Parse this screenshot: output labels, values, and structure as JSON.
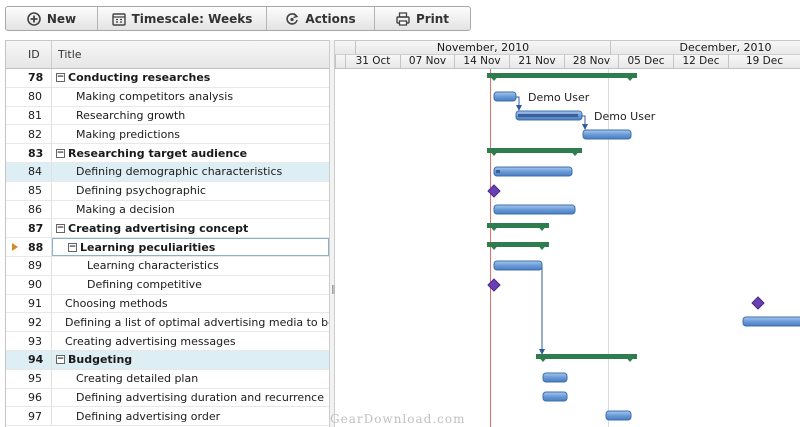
{
  "toolbar": {
    "new_label": "New",
    "timescale_label": "Timescale: Weeks",
    "actions_label": "Actions",
    "print_label": "Print"
  },
  "grid": {
    "col_id": "ID",
    "col_title": "Title",
    "rows": [
      {
        "id": "78",
        "title": "Conducting researches",
        "summary": true,
        "level": 0
      },
      {
        "id": "80",
        "title": "Making competitors analysis",
        "summary": false,
        "level": 1
      },
      {
        "id": "81",
        "title": "Researching growth",
        "summary": false,
        "level": 1
      },
      {
        "id": "82",
        "title": "Making predictions",
        "summary": false,
        "level": 1
      },
      {
        "id": "83",
        "title": "Researching target audience",
        "summary": true,
        "level": 0
      },
      {
        "id": "84",
        "title": "Defining demographic characteristics",
        "summary": false,
        "level": 1,
        "selected": true
      },
      {
        "id": "85",
        "title": "Defining psychographic",
        "summary": false,
        "level": 1
      },
      {
        "id": "86",
        "title": "Making a decision",
        "summary": false,
        "level": 1
      },
      {
        "id": "87",
        "title": "Creating advertising concept",
        "summary": true,
        "level": 0
      },
      {
        "id": "88",
        "title": "Learning peculiarities",
        "summary": true,
        "level": 1,
        "current": true
      },
      {
        "id": "89",
        "title": "Learning characteristics",
        "summary": false,
        "level": 2
      },
      {
        "id": "90",
        "title": "Defining competitive",
        "summary": false,
        "level": 2
      },
      {
        "id": "91",
        "title": "Choosing methods",
        "summary": false,
        "level": 0
      },
      {
        "id": "92",
        "title": "Defining a list of optimal advertising media to be a",
        "summary": false,
        "level": 0
      },
      {
        "id": "93",
        "title": "Creating advertising messages",
        "summary": false,
        "level": 0
      },
      {
        "id": "94",
        "title": "Budgeting",
        "summary": true,
        "level": 0,
        "selected": true
      },
      {
        "id": "95",
        "title": "Creating detailed plan",
        "summary": false,
        "level": 1
      },
      {
        "id": "96",
        "title": "Defining advertising duration and recurrence",
        "summary": false,
        "level": 1
      },
      {
        "id": "97",
        "title": "Defining advertising order",
        "summary": false,
        "level": 1
      }
    ]
  },
  "timescale": {
    "months": [
      "November, 2010",
      "December, 2010"
    ],
    "weeks": [
      "31 Oct",
      "07 Nov",
      "14 Nov",
      "21 Nov",
      "28 Nov",
      "05 Dec",
      "12 Dec",
      "19 Dec"
    ]
  },
  "resources": {
    "r1": "Demo User",
    "r2": "Demo User"
  },
  "watermark": "GearDownload.com",
  "colors": {
    "summary_bar": "#2f7d4e",
    "task_bar": "#6a9bd8",
    "milestone": "#6a3fb5",
    "today_line": "#e0706a"
  }
}
